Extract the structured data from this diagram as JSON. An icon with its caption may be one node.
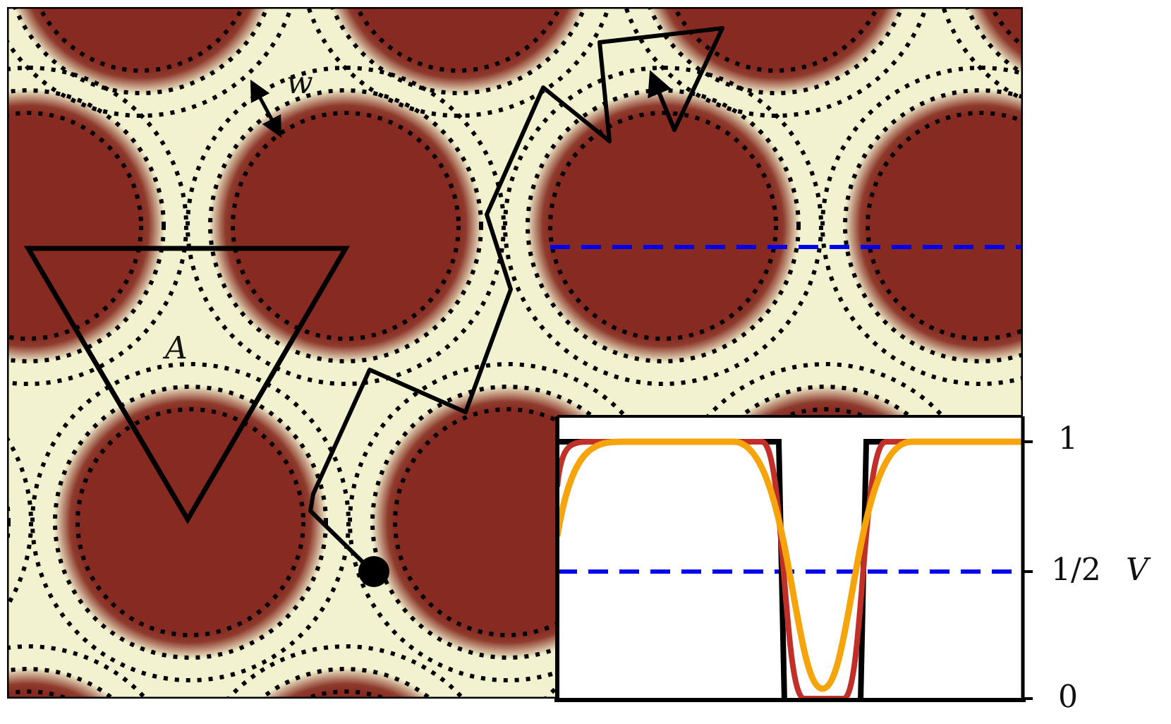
{
  "diagram": {
    "edges": [],
    "labels": [
      "w",
      "A",
      "1",
      "1/2",
      "V",
      "0"
    ]
  }
}
